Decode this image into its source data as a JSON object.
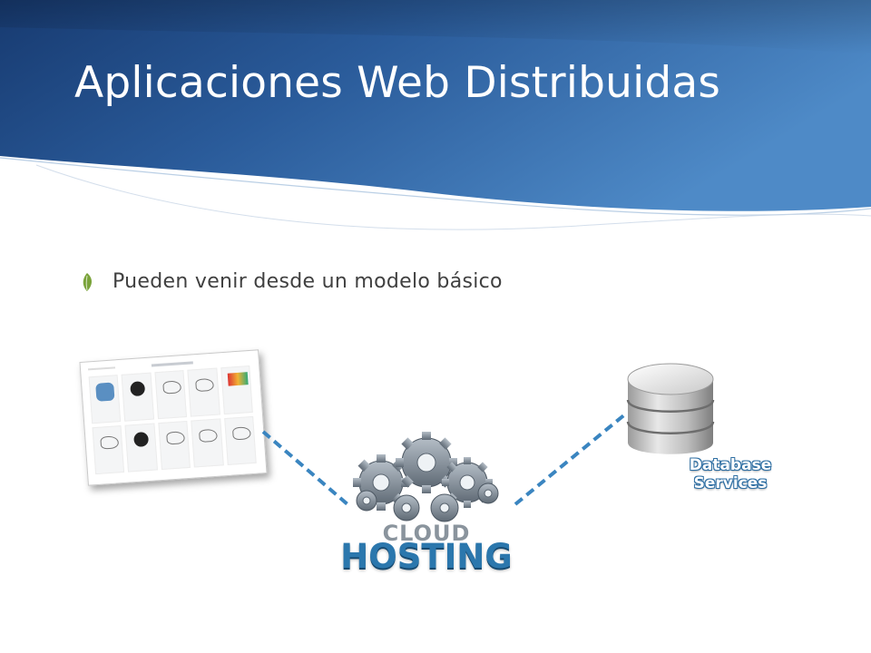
{
  "slide": {
    "title": "Aplicaciones Web Distribuidas",
    "bullets": [
      {
        "text": "Pueden venir desde un modelo básico",
        "icon": "leaf-bullet-icon"
      }
    ]
  },
  "diagram": {
    "client": {
      "icon": "webpage-screenshot-icon"
    },
    "cloud": {
      "icon": "gears-cloud-icon",
      "label_top": "CLOUD",
      "label_bottom": "HOSTING"
    },
    "database": {
      "icon": "database-cylinder-icon",
      "label_line1": "Database",
      "label_line2": "Services"
    },
    "connectors": [
      {
        "from": "client",
        "to": "cloud",
        "style": "dashed"
      },
      {
        "from": "cloud",
        "to": "database",
        "style": "dashed"
      }
    ]
  },
  "colors": {
    "header_dark": "#1c3f7a",
    "header_light": "#4f8cc9",
    "bullet_green": "#7aa33a",
    "connector_blue": "#3a85c0",
    "hosting_blue": "#2b77ad",
    "body_text": "#404040"
  }
}
